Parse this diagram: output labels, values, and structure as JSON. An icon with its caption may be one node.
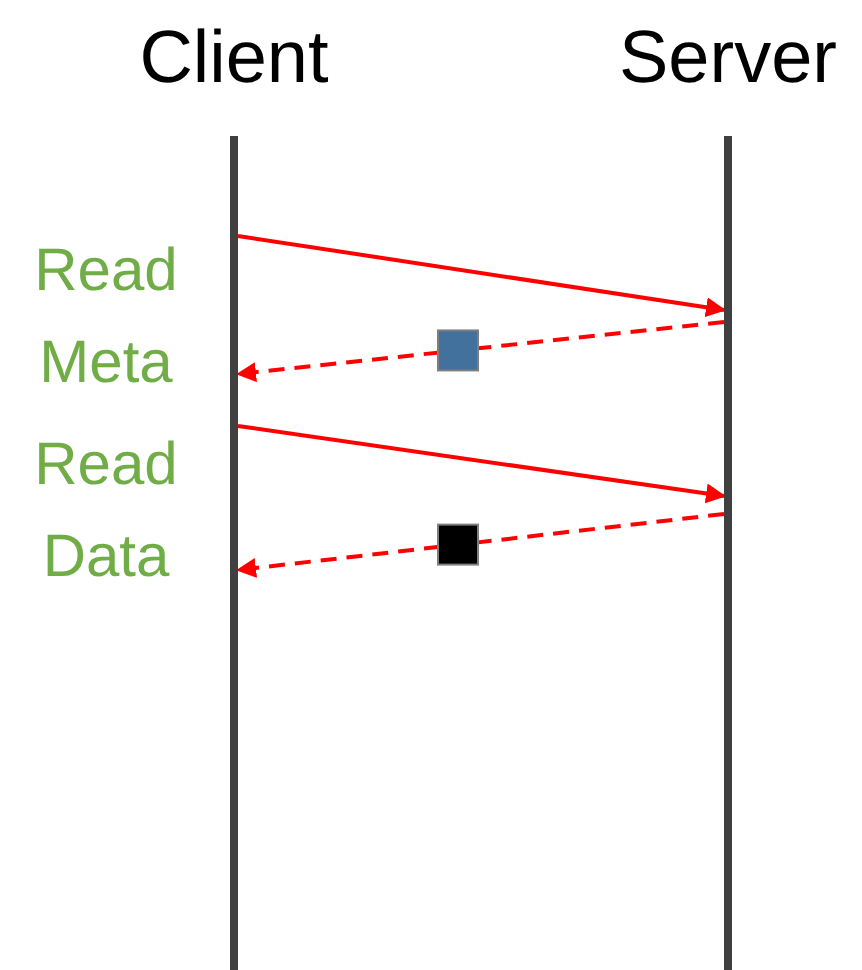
{
  "diagram": {
    "nodes": [
      {
        "text": [
          "Client"
        ]
      },
      {
        "text": [
          "Server"
        ]
      }
    ],
    "edges": [
      {
        "from": 0,
        "to": 1,
        "arrow": "to"
      },
      {
        "from": 1,
        "to": 0,
        "arrow": "to",
        "style": "dashed"
      },
      {
        "from": 0,
        "to": 1,
        "arrow": "to"
      },
      {
        "from": 1,
        "to": 0,
        "arrow": "to",
        "style": "dashed"
      }
    ],
    "labels": [
      "Read Meta",
      "Read Data"
    ]
  }
}
